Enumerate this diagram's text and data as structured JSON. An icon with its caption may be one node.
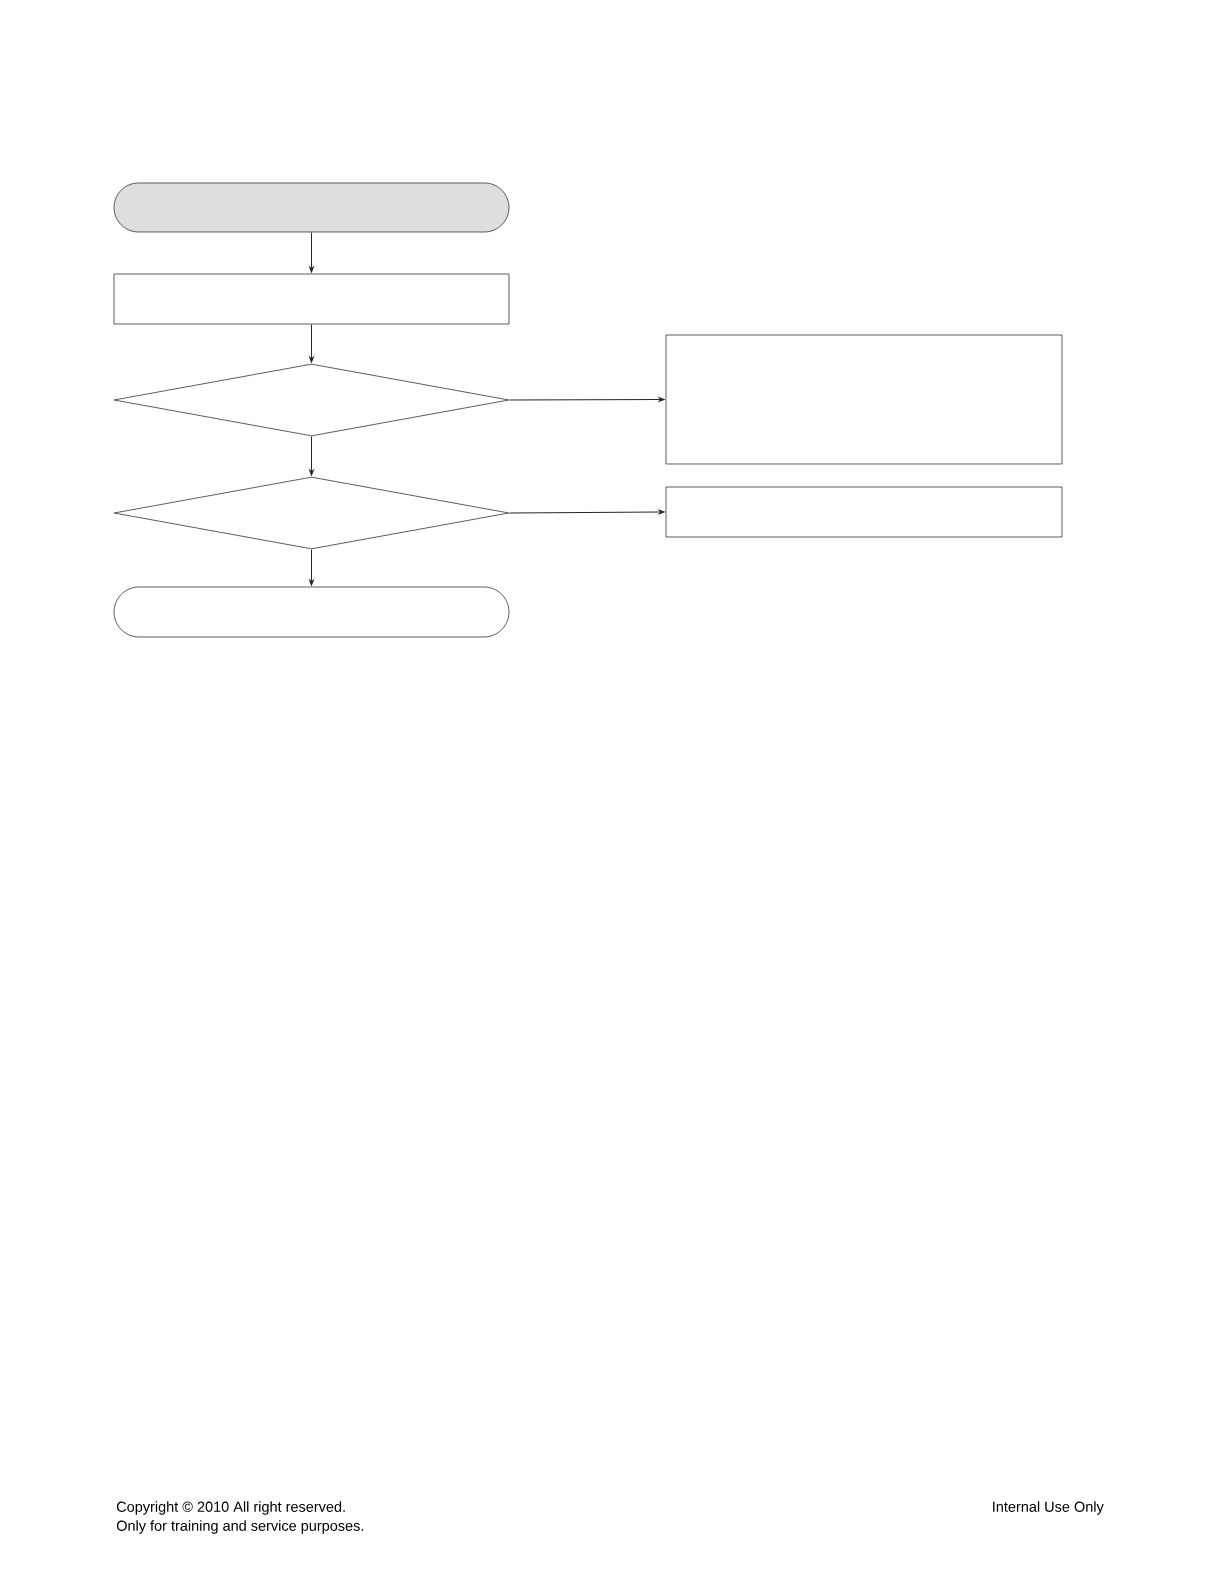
{
  "diagram": {
    "nodes": [
      {
        "text": [],
        "shape": "terminal"
      },
      {
        "text": [],
        "shape": "box"
      },
      {
        "text": [],
        "shape": "diamond"
      },
      {
        "text": [],
        "shape": "box"
      },
      {
        "text": [],
        "shape": "diamond"
      },
      {
        "text": [],
        "shape": "box"
      },
      {
        "text": [],
        "shape": "terminal"
      }
    ],
    "edges": [
      {
        "from": 0,
        "to": 1,
        "arrow": "to"
      },
      {
        "from": 1,
        "to": 2,
        "arrow": "to"
      },
      {
        "from": 2,
        "to": 3,
        "arrow": "to"
      },
      {
        "from": 2,
        "to": 4,
        "arrow": "to"
      },
      {
        "from": 4,
        "to": 5,
        "arrow": "to"
      },
      {
        "from": 4,
        "to": 6,
        "arrow": "to"
      }
    ],
    "labels": [
      "Copyright © 2010 All right reserved.",
      "Only for training and service purposes.",
      "Internal Use Only"
    ]
  }
}
